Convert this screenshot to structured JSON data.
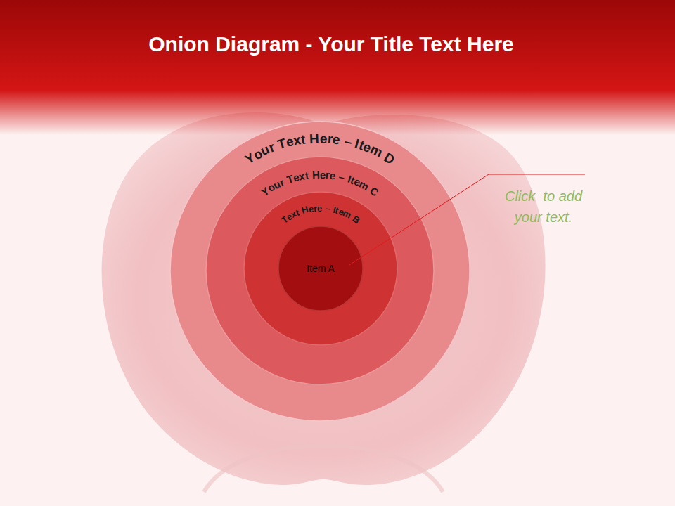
{
  "diagram": {
    "title": "Onion Diagram - Your Title Text Here",
    "nodes": [
      {
        "text": [
          "Your Text Here – Item D"
        ]
      },
      {
        "text": [
          "Your Text Here – Item C"
        ],
        "in": 0
      },
      {
        "text": [
          "Text Here – Item B"
        ],
        "in": 1
      },
      {
        "text": [
          "Item A"
        ],
        "in": 2
      }
    ],
    "labels": [
      "Click  to add your text."
    ]
  }
}
